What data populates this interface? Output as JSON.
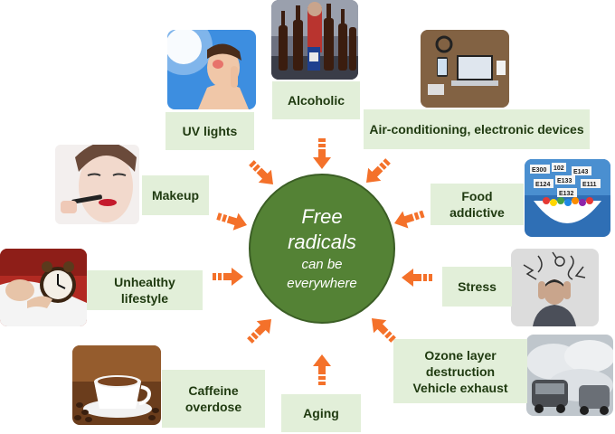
{
  "center": {
    "line1": "Free",
    "line2": "radicals",
    "line3": "can be",
    "line4": "everywhere",
    "fill_color": "#548235",
    "border_color": "#3b5e25"
  },
  "arrow_color": "#f4712a",
  "label_bg": "#e2efd9",
  "factors": {
    "alcoholic": "Alcoholic",
    "uv_lights": "UV lights",
    "air_conditioning": "Air-conditioning, electronic devices",
    "makeup": "Makeup",
    "food_additive": "Food\naddictive",
    "unhealthy_lifestyle": "Unhealthy lifestyle",
    "stress": "Stress",
    "caffeine": "Caffeine\noverdose",
    "aging": "Aging",
    "ozone": "Ozone layer\ndestruction\nVehicle exhaust"
  },
  "photos": {
    "alcoholic": "bottles-photo",
    "uv_lights": "sunburn-photo",
    "air_conditioning": "devices-photo",
    "makeup": "lipstick-photo",
    "food_additive": "additives-bowl-photo",
    "unhealthy_lifestyle": "alarm-clock-photo",
    "stress": "stressed-man-photo",
    "caffeine": "coffee-cup-photo",
    "ozone": "traffic-smog-photo"
  },
  "food_codes": [
    "E300",
    "102",
    "E143",
    "E124",
    "E133",
    "E111",
    "E132"
  ]
}
